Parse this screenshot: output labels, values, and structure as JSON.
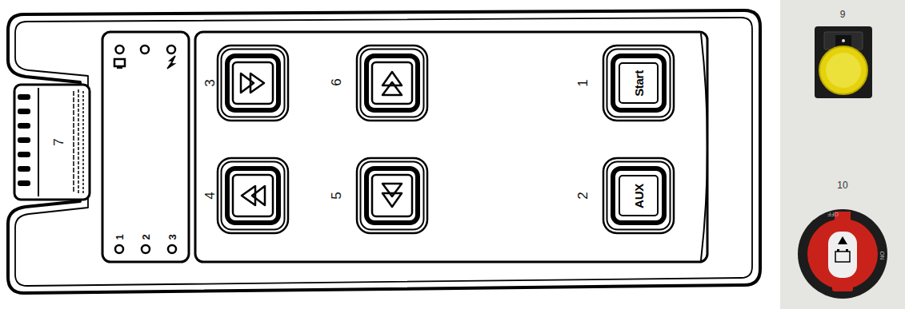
{
  "diagram": {
    "nodes": [
      {
        "text": [
          "Start"
        ]
      },
      {
        "text": [
          "AUX"
        ]
      }
    ],
    "labels": [
      "3",
      "6",
      "1",
      "4",
      "5",
      "2",
      "7",
      "1",
      "2",
      "3",
      "9",
      "10",
      "OFF",
      "ON"
    ]
  }
}
